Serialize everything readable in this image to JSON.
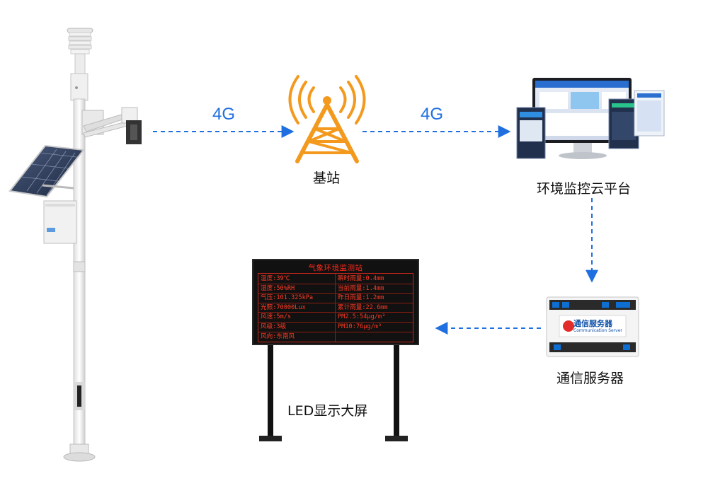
{
  "links": {
    "left_label": "4G",
    "right_label": "4G"
  },
  "nodes": {
    "base_station": "基站",
    "cloud_platform": "环境监控云平台",
    "comm_server": "通信服务器",
    "led_screen": "LED显示大屏"
  },
  "device": {
    "brand_text": "通信服务器",
    "brand_sub": "Communication Server"
  },
  "led_board": {
    "title": "气象环境监测站",
    "left_rows": [
      "温度:39℃",
      "湿度:50%RH",
      "气压:101.325kPa",
      "光照:70000Lux",
      "风速:5m/s",
      "风级:3级",
      "风向:东南风"
    ],
    "right_rows": [
      "瞬时雨量:0.4mm",
      "当前雨量:1.4mm",
      "昨日雨量:1.2mm",
      "累计雨量:22.6mm",
      "PM2.5:54μg/m³",
      "PM10:76μg/m³"
    ]
  },
  "colors": {
    "arrow": "#1f6fe0",
    "tower": "#f39a1e",
    "led_text": "#ff3a22",
    "led_bg": "#111111"
  }
}
